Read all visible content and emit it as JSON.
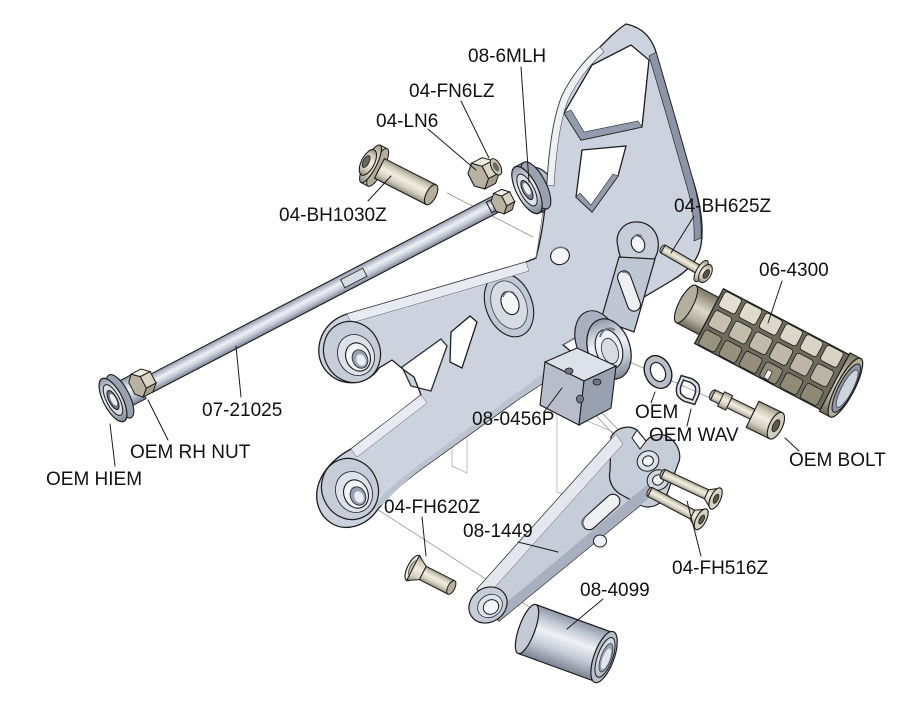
{
  "figure": {
    "type": "exploded-parts-diagram",
    "title": "Rearset brake side exploded assembly diagram",
    "background_color": "#ffffff",
    "outline_color": "#1c1c1c",
    "metal_color": "#ccd3df",
    "hardware_color": "#ddd9ca",
    "peg_color": "#c2bdac"
  },
  "labels": [
    {
      "id": "rod-end",
      "text": "08-6MLH"
    },
    {
      "id": "flange-nut",
      "text": "04-FN6LZ"
    },
    {
      "id": "lock-nut",
      "text": "04-LN6"
    },
    {
      "id": "button-bolt-large",
      "text": "04-BH1030Z"
    },
    {
      "id": "button-bolt-small",
      "text": "04-BH625Z"
    },
    {
      "id": "footpeg",
      "text": "06-4300"
    },
    {
      "id": "tie-rod",
      "text": "07-21025"
    },
    {
      "id": "oem-rh-nut",
      "text": "OEM RH NUT"
    },
    {
      "id": "oem-hiem",
      "text": "OEM HIEM"
    },
    {
      "id": "lever-block",
      "text": "08-0456P"
    },
    {
      "id": "oem-washer",
      "text": "OEM"
    },
    {
      "id": "oem-wave-washer",
      "text": "OEM WAV"
    },
    {
      "id": "oem-bolt",
      "text": "OEM BOLT"
    },
    {
      "id": "flat-bolt-620",
      "text": "04-FH620Z"
    },
    {
      "id": "brake-lever",
      "text": "08-1449"
    },
    {
      "id": "flat-bolt-516",
      "text": "04-FH516Z"
    },
    {
      "id": "spacer-tube",
      "text": "08-4099"
    }
  ]
}
